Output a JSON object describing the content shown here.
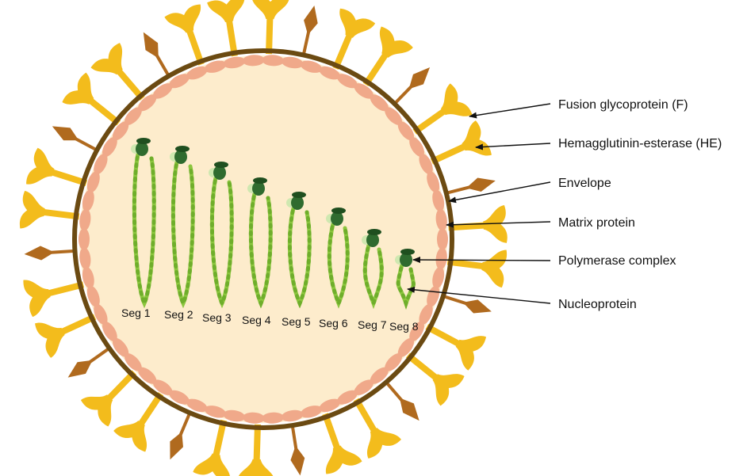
{
  "diagram": {
    "segment_labels": [
      "Seg 1",
      "Seg 2",
      "Seg 3",
      "Seg 4",
      "Seg 5",
      "Seg 6",
      "Seg 7",
      "Seg 8"
    ],
    "callouts": [
      {
        "id": "fusion",
        "text": "Fusion glycoprotein  (F)"
      },
      {
        "id": "he",
        "text": "Hemagglutinin-esterase (HE)"
      },
      {
        "id": "envelope",
        "text": "Envelope"
      },
      {
        "id": "matrix",
        "text": "Matrix protein"
      },
      {
        "id": "polymerase",
        "text": "Polymerase complex"
      },
      {
        "id": "nucleoprotein",
        "text": "Nucleoprotein"
      }
    ]
  },
  "colors": {
    "background": "#ffffff",
    "interior": "#fdeccc",
    "envelope_line": "#6b4a12",
    "matrix_beads": "#f0a98a",
    "he_spike": "#f3bc1c",
    "fusion_spike": "#b06a1e",
    "nucleoprotein": "#8cc63f",
    "polymerase_dark": "#2f6b2f",
    "polymerase_light": "#cfe8b0",
    "arrow": "#111111"
  }
}
